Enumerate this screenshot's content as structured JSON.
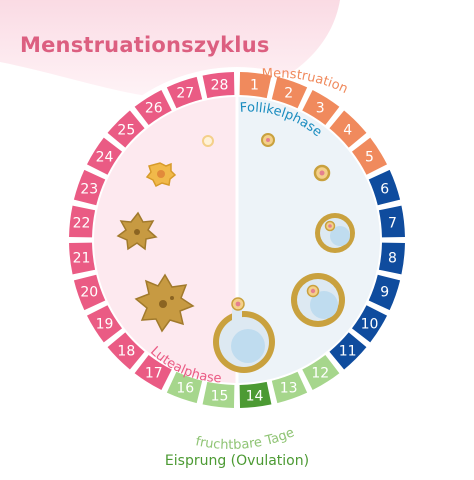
{
  "title": "Menstruationszyklus",
  "phases": {
    "menstruation": "Menstruation",
    "follicular": "Follikelphase",
    "luteal": "Lutealphase",
    "fertile": "fruchtbare Tage",
    "ovulation": "Eisprung (Ovulation)"
  },
  "days": [
    "1",
    "2",
    "3",
    "4",
    "5",
    "6",
    "7",
    "8",
    "9",
    "10",
    "11",
    "12",
    "13",
    "14",
    "15",
    "16",
    "17",
    "18",
    "19",
    "20",
    "21",
    "22",
    "23",
    "24",
    "25",
    "26",
    "27",
    "28"
  ],
  "day_phase": [
    "menstruation",
    "menstruation",
    "menstruation",
    "menstruation",
    "menstruation",
    "follicular",
    "follicular",
    "follicular",
    "follicular",
    "follicular",
    "follicular",
    "fertile",
    "fertile",
    "ovulation",
    "fertile",
    "fertile",
    "luteal",
    "luteal",
    "luteal",
    "luteal",
    "luteal",
    "luteal",
    "luteal",
    "luteal",
    "luteal",
    "luteal",
    "luteal",
    "luteal"
  ],
  "colors": {
    "menstruation": "#f08a5d",
    "follicular": "#0f4c9e",
    "fertile": "#a6d68c",
    "ovulation": "#4c9a33",
    "luteal": "#ea5b84",
    "title": "#dc5f80",
    "follicle_wall": "#c9a13e",
    "follicle_fill": "#dde9f2",
    "background_pink": "#fbe3ea"
  },
  "icons": [
    "egg-cell-icon",
    "follicle-icon",
    "corpus-luteum-icon"
  ]
}
